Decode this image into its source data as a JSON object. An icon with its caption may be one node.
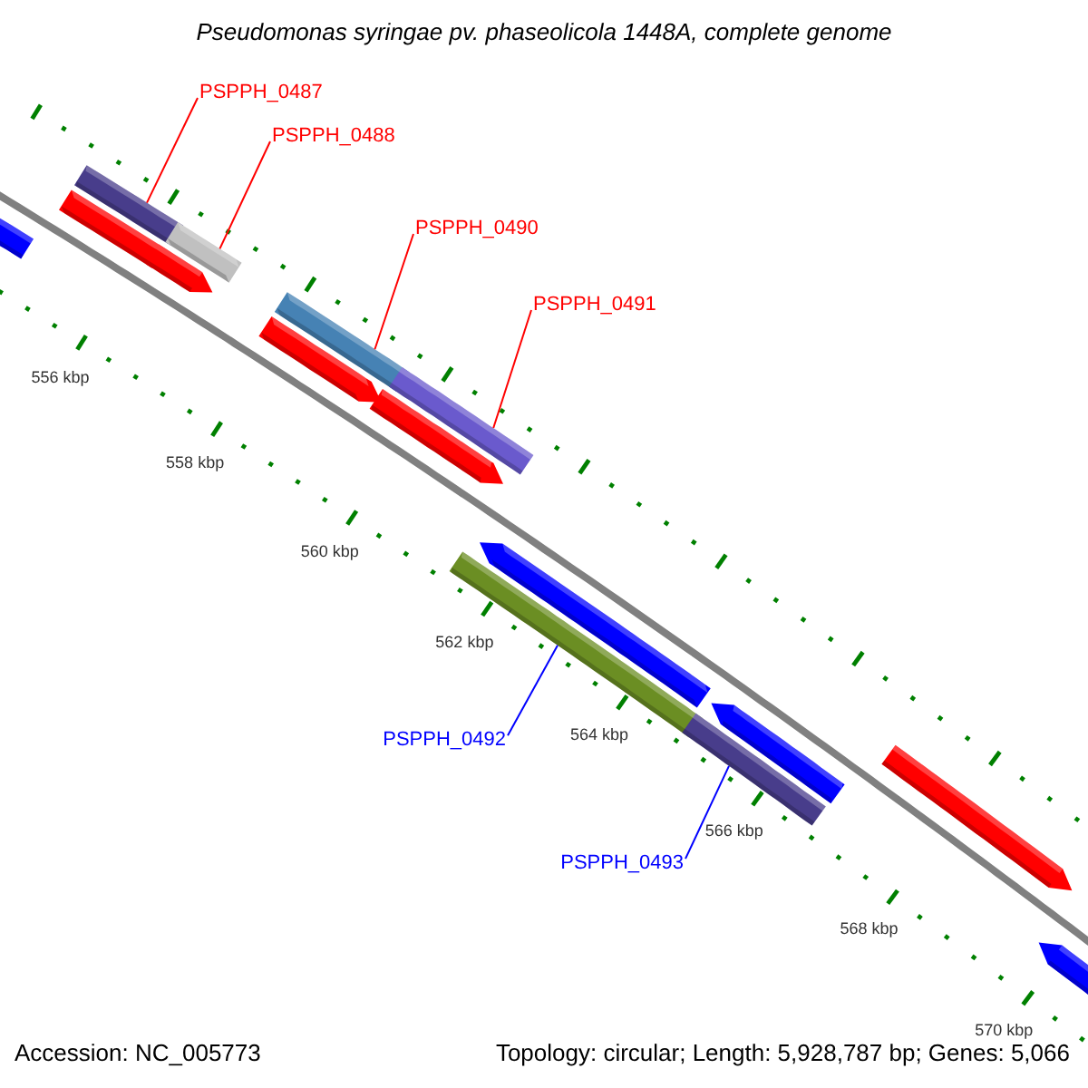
{
  "diagram": {
    "title": "Pseudomonas syringae pv. phaseolicola 1448A, complete genome",
    "nodes": [
      {
        "text": [
          "PSPPH_0487"
        ]
      },
      {
        "text": [],
        "shape": "bar"
      },
      {
        "text": [
          "PSPPH_0488"
        ]
      },
      {
        "text": [],
        "shape": "bar"
      },
      {
        "text": [
          "PSPPH_0490"
        ]
      },
      {
        "text": [],
        "shape": "bar"
      },
      {
        "text": [
          "PSPPH_0491"
        ]
      },
      {
        "text": [],
        "shape": "bar"
      },
      {
        "text": [
          "PSPPH_0492"
        ]
      },
      {
        "text": [],
        "shape": "bar"
      },
      {
        "text": [
          "PSPPH_0493"
        ]
      },
      {
        "text": [],
        "shape": "bar"
      }
    ],
    "edges": [
      {
        "from": 0,
        "to": 1,
        "arrow": "none",
        "color": "#ff0000"
      },
      {
        "from": 2,
        "to": 3,
        "arrow": "none",
        "color": "#ff0000"
      },
      {
        "from": 4,
        "to": 5,
        "arrow": "none",
        "color": "#ff0000"
      },
      {
        "from": 6,
        "to": 7,
        "arrow": "none",
        "color": "#ff0000"
      },
      {
        "from": 8,
        "to": 9,
        "arrow": "none",
        "color": "#0000ff"
      },
      {
        "from": 10,
        "to": 11,
        "arrow": "none",
        "color": "#0000ff"
      }
    ],
    "labels": [
      "556 kbp",
      "558 kbp",
      "560 kbp",
      "562 kbp",
      "564 kbp",
      "566 kbp",
      "568 kbp",
      "570 kbp",
      "Accession: NC_005773",
      "Topology: circular; Length: 5,928,787 bp; Genes: 5,066"
    ]
  }
}
